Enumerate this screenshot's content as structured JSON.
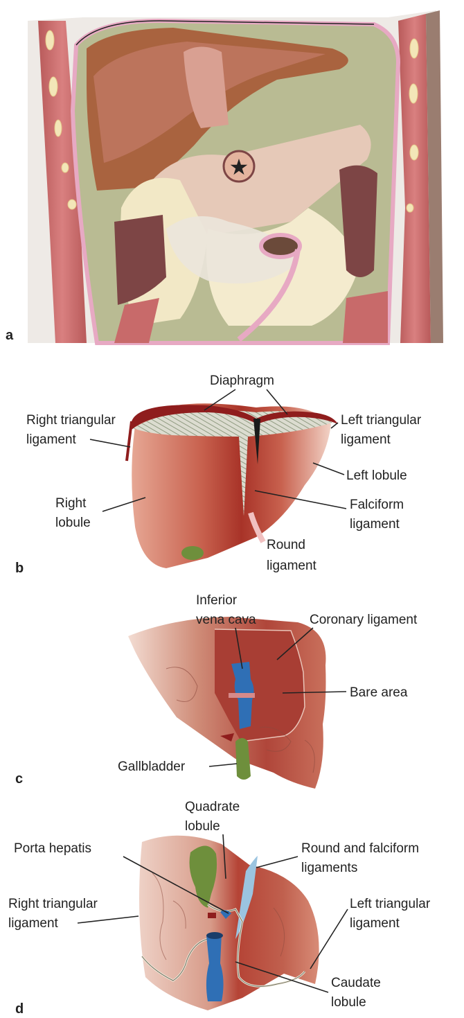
{
  "panels": {
    "a": "a",
    "b": "b",
    "c": "c",
    "d": "d"
  },
  "panel_b": {
    "diaphragm": "Diaphragm",
    "right_triangular_1": "Right triangular",
    "right_triangular_2": "ligament",
    "left_triangular_1": "Left triangular",
    "left_triangular_2": "ligament",
    "left_lobule": "Left lobule",
    "right_lobule_1": "Right",
    "right_lobule_2": "lobule",
    "falciform_1": "Falciform",
    "falciform_2": "ligament",
    "round_1": "Round",
    "round_2": "ligament"
  },
  "panel_c": {
    "ivc_1": "Inferior",
    "ivc_2": "vena cava",
    "coronary": "Coronary ligament",
    "bare_area": "Bare area",
    "gallbladder": "Gallbladder"
  },
  "panel_d": {
    "quadrate_1": "Quadrate",
    "quadrate_2": "lobule",
    "porta": "Porta hepatis",
    "round_falciform_1": "Round and falciform",
    "round_falciform_2": "ligaments",
    "right_triangular_1": "Right triangular",
    "right_triangular_2": "ligament",
    "left_triangular_1": "Left triangular",
    "left_triangular_2": "ligament",
    "caudate_1": "Caudate",
    "caudate_2": "lobule"
  },
  "colors": {
    "liver": "#c0715f",
    "liver_dark": "#a0352a",
    "diaphragm": "#8f1d1d",
    "gallbladder": "#6e8f3c",
    "vena_cava": "#2f6fb5",
    "peritoneum": "#b9bb93",
    "muscle": "#c86a6a",
    "bowel": "#f2e8c6"
  }
}
